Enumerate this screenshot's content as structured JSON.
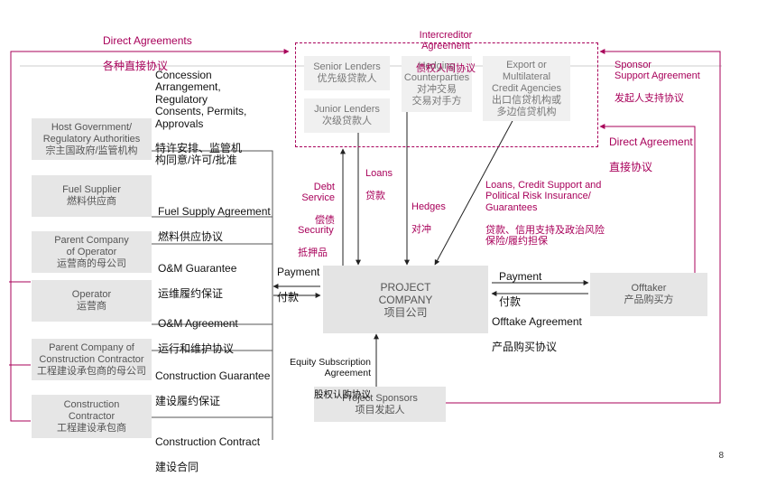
{
  "colors": {
    "accent": "#a8005a",
    "box": "#e6e6e6",
    "line": "#555555"
  },
  "boxes": {
    "host_gov": {
      "en": "Host Government/\nRegulatory Authorities",
      "zh": "宗主国政府/监管机构"
    },
    "fuel_supplier": {
      "en": "Fuel Supplier",
      "zh": "燃料供应商"
    },
    "parent_operator": {
      "en": "Parent Company\nof Operator",
      "zh": "运营商的母公司"
    },
    "operator": {
      "en": "Operator",
      "zh": "运营商"
    },
    "parent_construction": {
      "en": "Parent Company of\nConstruction Contractor",
      "zh": "工程建设承包商的母公司"
    },
    "construction_contractor": {
      "en": "Construction\nContractor",
      "zh": "工程建设承包商"
    },
    "project_company": {
      "en": "PROJECT\nCOMPANY",
      "zh": "项目公司"
    },
    "offtaker": {
      "en": "Offtaker",
      "zh": "产品购买方"
    },
    "project_sponsors": {
      "en": "Project Sponsors",
      "zh": "项目发起人"
    },
    "senior_lenders": {
      "en": "Senior Lenders",
      "zh": "优先级贷款人"
    },
    "junior_lenders": {
      "en": "Junior Lenders",
      "zh": "次级贷款人"
    },
    "hedging": {
      "en": "Hedging\nCounterparties",
      "zh": "对冲交易\n交易对手方"
    },
    "eca": {
      "en": "Export or\nMultilateral\nCredit Agencies",
      "zh": "出口信贷机构或\n多边信贷机构"
    }
  },
  "labels": {
    "direct_agreements": {
      "en": "Direct Agreements",
      "zh": "各种直接协议"
    },
    "intercreditor": {
      "en": "Intercreditor Agreement",
      "zh": "债权人间协议"
    },
    "sponsor_support": {
      "en": "Sponsor\nSupport Agreement",
      "zh": "发起人支持协议"
    },
    "direct_agreement": {
      "en": "Direct Agreement",
      "zh": "直接协议"
    },
    "concession": {
      "en": "Concession\nArrangement,\nRegulatory\nConsents, Permits,\nApprovals",
      "zh": "特许安排、监管机\n构同意/许可/批准"
    },
    "fuel_supply": {
      "en": "Fuel Supply Agreement",
      "zh": "燃料供应协议"
    },
    "om_guarantee": {
      "en": "O&M Guarantee",
      "zh": "运维履约保证"
    },
    "om_agreement": {
      "en": "O&M Agreement",
      "zh": "运行和维护协议"
    },
    "construction_guarantee": {
      "en": "Construction Guarantee",
      "zh": "建设履约保证"
    },
    "construction_contract": {
      "en": "Construction Contract",
      "zh": "建设合同"
    },
    "payment_left": {
      "en": "Payment",
      "zh": "付款"
    },
    "payment_right": {
      "en": "Payment",
      "zh": "付款"
    },
    "offtake_agreement": {
      "en": "Offtake Agreement",
      "zh": "产品购买协议"
    },
    "equity_subscription": {
      "en": "Equity Subscription\nAgreement",
      "zh": "股权认购协议"
    },
    "debt_service": {
      "en": "Debt\nService",
      "zh": "偿债"
    },
    "security": {
      "en": "Security",
      "zh": "抵押品"
    },
    "loans": {
      "en": "Loans",
      "zh": "贷款"
    },
    "hedges": {
      "en": "Hedges",
      "zh": "对冲"
    },
    "loans_credit": {
      "en": "Loans, Credit Support and\nPolitical Risk Insurance/\nGuarantees",
      "zh": "贷款、信用支持及政治风险\n保险/履约担保"
    }
  },
  "page_number": "8"
}
